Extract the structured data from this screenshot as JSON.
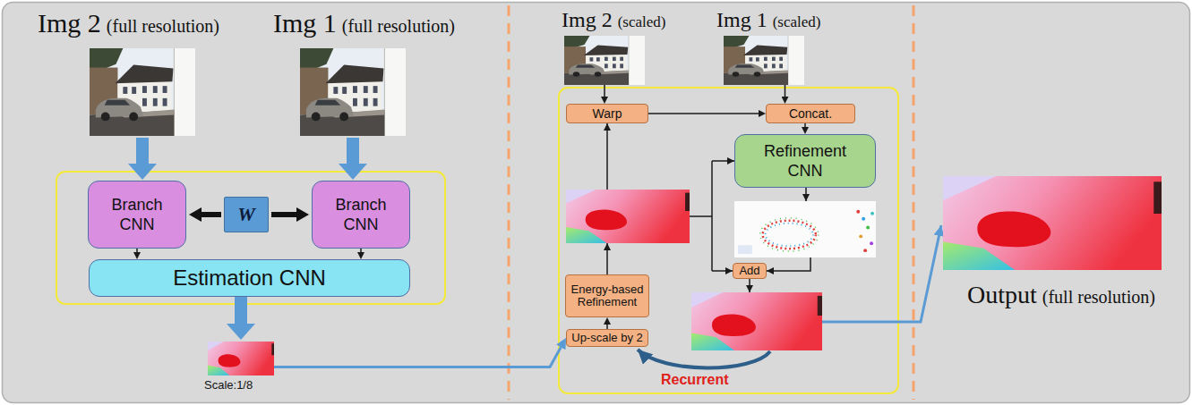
{
  "diagram": {
    "nodes": [
      {
        "text": [
          "Img 2",
          "(full resolution)"
        ]
      },
      {
        "text": [
          "Img 1",
          "(full resolution)"
        ]
      },
      {
        "text": [
          "Branch CNN"
        ]
      },
      {
        "text": [
          "W"
        ]
      },
      {
        "text": [
          "Branch CNN"
        ]
      },
      {
        "text": [
          "Estimation CNN"
        ]
      },
      {
        "text": [
          "Scale:1/8"
        ]
      },
      {
        "text": [
          "Img 2",
          "(scaled)"
        ]
      },
      {
        "text": [
          "Img 1",
          "(scaled)"
        ]
      },
      {
        "text": [
          "Warp"
        ]
      },
      {
        "text": [
          "Concat."
        ]
      },
      {
        "text": [
          "Refinement CNN"
        ]
      },
      {
        "text": [
          "Energy-based Refinement"
        ]
      },
      {
        "text": [
          "Add"
        ]
      },
      {
        "text": [
          "Up-scale by 2"
        ]
      },
      {
        "text": [
          "Output",
          "(full resolution)"
        ]
      }
    ],
    "edges": [
      {
        "from": 0,
        "to": 2,
        "arrow": "to"
      },
      {
        "from": 1,
        "to": 4,
        "arrow": "to"
      },
      {
        "from": 3,
        "to": 2,
        "arrow": "to"
      },
      {
        "from": 3,
        "to": 4,
        "arrow": "to"
      },
      {
        "from": 2,
        "to": 5,
        "arrow": "to"
      },
      {
        "from": 4,
        "to": 5,
        "arrow": "to"
      },
      {
        "from": 5,
        "to": 6,
        "arrow": "to"
      },
      {
        "from": 6,
        "to": 14,
        "arrow": "to"
      },
      {
        "from": 14,
        "to": 12,
        "arrow": "to"
      },
      {
        "from": 7,
        "to": 9,
        "arrow": "to"
      },
      {
        "from": 8,
        "to": 10,
        "arrow": "to"
      },
      {
        "from": 9,
        "to": 10,
        "arrow": "to"
      },
      {
        "from": 10,
        "to": 11,
        "arrow": "to"
      }
    ],
    "labels": [
      "Recurrent"
    ]
  }
}
